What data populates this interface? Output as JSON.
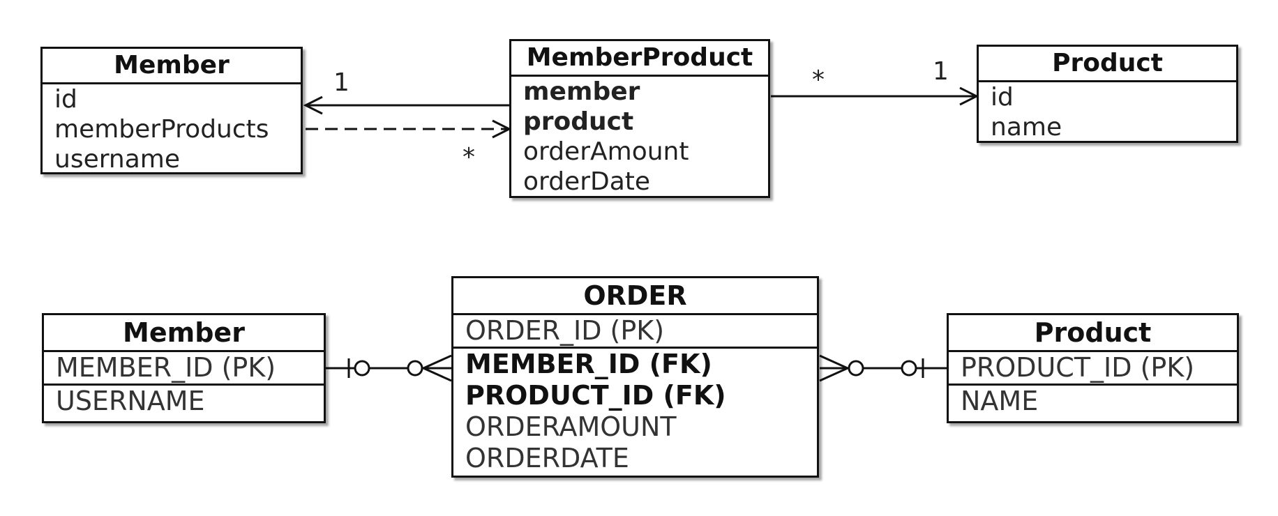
{
  "class_diagram": {
    "member": {
      "title": "Member",
      "fields": [
        "id",
        "memberProducts",
        "username"
      ]
    },
    "member_product": {
      "title": "MemberProduct",
      "key_fields": [
        "member",
        "product"
      ],
      "fields": [
        "orderAmount",
        "orderDate"
      ]
    },
    "product": {
      "title": "Product",
      "fields": [
        "id",
        "name"
      ]
    },
    "multiplicities": {
      "member_side": "1",
      "member_products_many": "*",
      "member_product_many": "*",
      "product_side": "1"
    }
  },
  "er_diagram": {
    "member": {
      "title": "Member",
      "pk": "MEMBER_ID (PK)",
      "columns": [
        "USERNAME"
      ]
    },
    "order": {
      "title": "ORDER",
      "pk": "ORDER_ID (PK)",
      "fks": [
        "MEMBER_ID (FK)",
        "PRODUCT_ID (FK)"
      ],
      "columns": [
        "ORDERAMOUNT",
        "ORDERDATE"
      ]
    },
    "product": {
      "title": "Product",
      "pk": "PRODUCT_ID (PK)",
      "columns": [
        "NAME"
      ]
    }
  },
  "colors": {
    "stroke": "#111111",
    "background": "#ffffff"
  }
}
